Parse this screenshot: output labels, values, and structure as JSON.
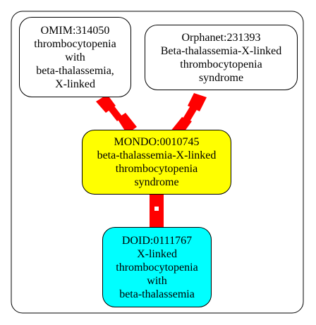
{
  "colors": {
    "frame_border": "#000000",
    "edge": "#ff0000",
    "node_source": "#ffffff",
    "node_mondo": "#ffff00",
    "node_doid": "#00ffff"
  },
  "nodes": {
    "omim": {
      "lines": [
        "OMIM:314050",
        "thrombocytopenia",
        "with",
        "beta-thalassemia,",
        "X-linked"
      ]
    },
    "orphanet": {
      "lines": [
        "Orphanet:231393",
        "Beta-thalassemia-X-linked",
        "thrombocytopenia",
        "syndrome"
      ]
    },
    "mondo": {
      "lines": [
        "MONDO:0010745",
        "beta-thalassemia-X-linked",
        "thrombocytopenia",
        "syndrome"
      ]
    },
    "doid": {
      "lines": [
        "DOID:0111767",
        "X-linked",
        "thrombocytopenia",
        "with",
        "beta-thalassemia"
      ]
    }
  },
  "edges": [
    {
      "from": "omim",
      "to": "mondo"
    },
    {
      "from": "orphanet",
      "to": "mondo"
    },
    {
      "from": "mondo",
      "to": "doid",
      "style": "dashed"
    }
  ]
}
